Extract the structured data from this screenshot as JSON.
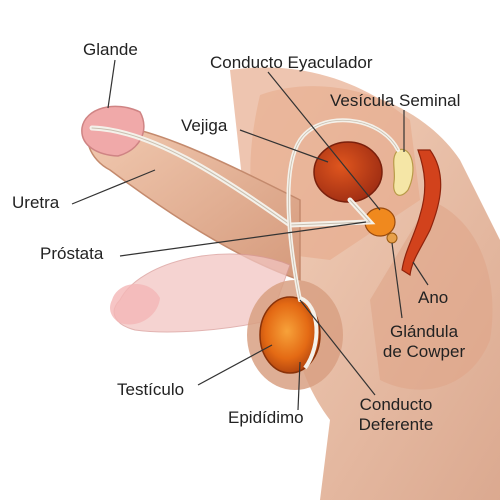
{
  "diagram": {
    "labels": {
      "glande": "Glande",
      "conducto_eyaculador": "Conducto Eyaculador",
      "vesicula_seminal": "Vesícula Seminal",
      "vejiga": "Vejiga",
      "uretra": "Uretra",
      "prostata": "Próstata",
      "ano": "Ano",
      "glandula_line1": "Glándula",
      "glandula_line2": "de Cowper",
      "testiculo": "Testículo",
      "epididimo": "Epidídimo",
      "conducto_deferente_line1": "Conducto",
      "conducto_deferente_line2": "Deferente"
    },
    "colors": {
      "skin": "#e8b79a",
      "skin_shadow": "#c98f72",
      "organ_orange": "#e8701c",
      "organ_red": "#b8321a",
      "duct_white": "#f4f1ea",
      "leader": "#333333"
    }
  }
}
